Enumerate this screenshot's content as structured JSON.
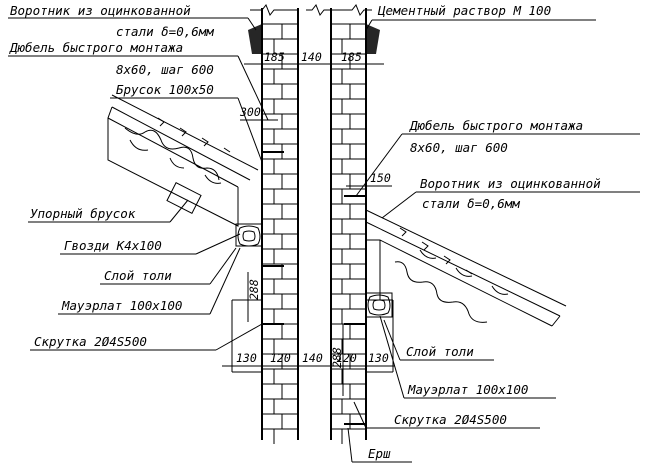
{
  "labels": {
    "vorotnik_top_1": "Воротник из оцинкованной",
    "vorotnik_top_2": "стали δ=0,6мм",
    "cement": "Цементный раствор М 100",
    "dubel_left_1": "Дюбель быстрого монтажа",
    "dubel_left_2": "8х60, шаг 600",
    "brusok": "Брусок 100х50",
    "dubel_right_1": "Дюбель быстрого монтажа",
    "dubel_right_2": "8х60, шаг 600",
    "vorotnik_right_1": "Воротник из оцинкованной",
    "vorotnik_right_2": "стали δ=0,6мм",
    "upor": "Упорный брусок",
    "gvozdi": "Гвозди К4х100",
    "sloy_left": "Слой толи",
    "mauerlat_left": "Мауэрлат 100х100",
    "skrutka_left": "Скрутка 2Ø4S500",
    "sloy_right": "Слой толи",
    "mauerlat_right": "Мауэрлат 100х100",
    "skrutka_right": "Скрутка 2Ø4S500",
    "ersh": "Ерш"
  },
  "dims": {
    "d185a": "185",
    "d140a": "140",
    "d185b": "185",
    "d300": "300",
    "d150": "150",
    "d288a": "288",
    "d288b": "288",
    "d130a": "130",
    "d120a": "120",
    "d140b": "140",
    "d120b": "120",
    "d130b": "130"
  }
}
